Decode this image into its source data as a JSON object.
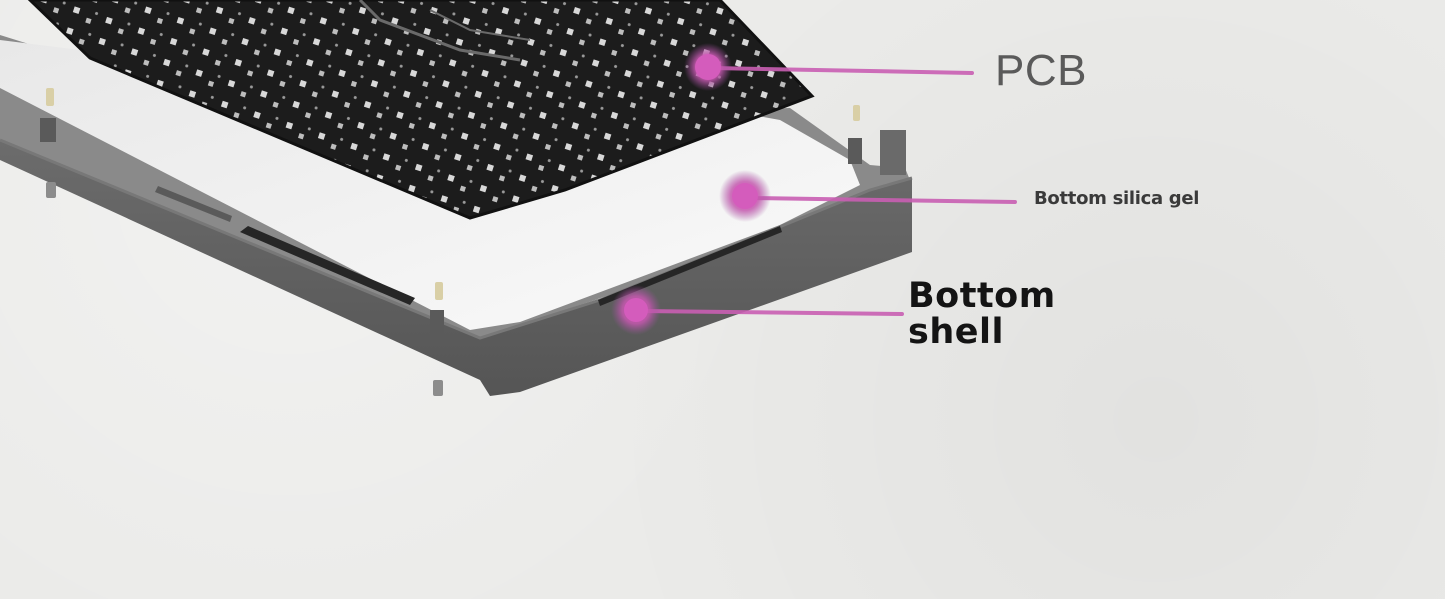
{
  "labels": {
    "pcb": "PCB",
    "bottom_silica_gel": "Bottom silica gel",
    "bottom_shell_line1": "Bottom",
    "bottom_shell_line2": "shell"
  },
  "colors": {
    "background": "#ebebe9",
    "pcb": "#1c1c1c",
    "shell": "#646464",
    "silica_gel": "#f2f2f2",
    "callout": "#c95fb3"
  }
}
